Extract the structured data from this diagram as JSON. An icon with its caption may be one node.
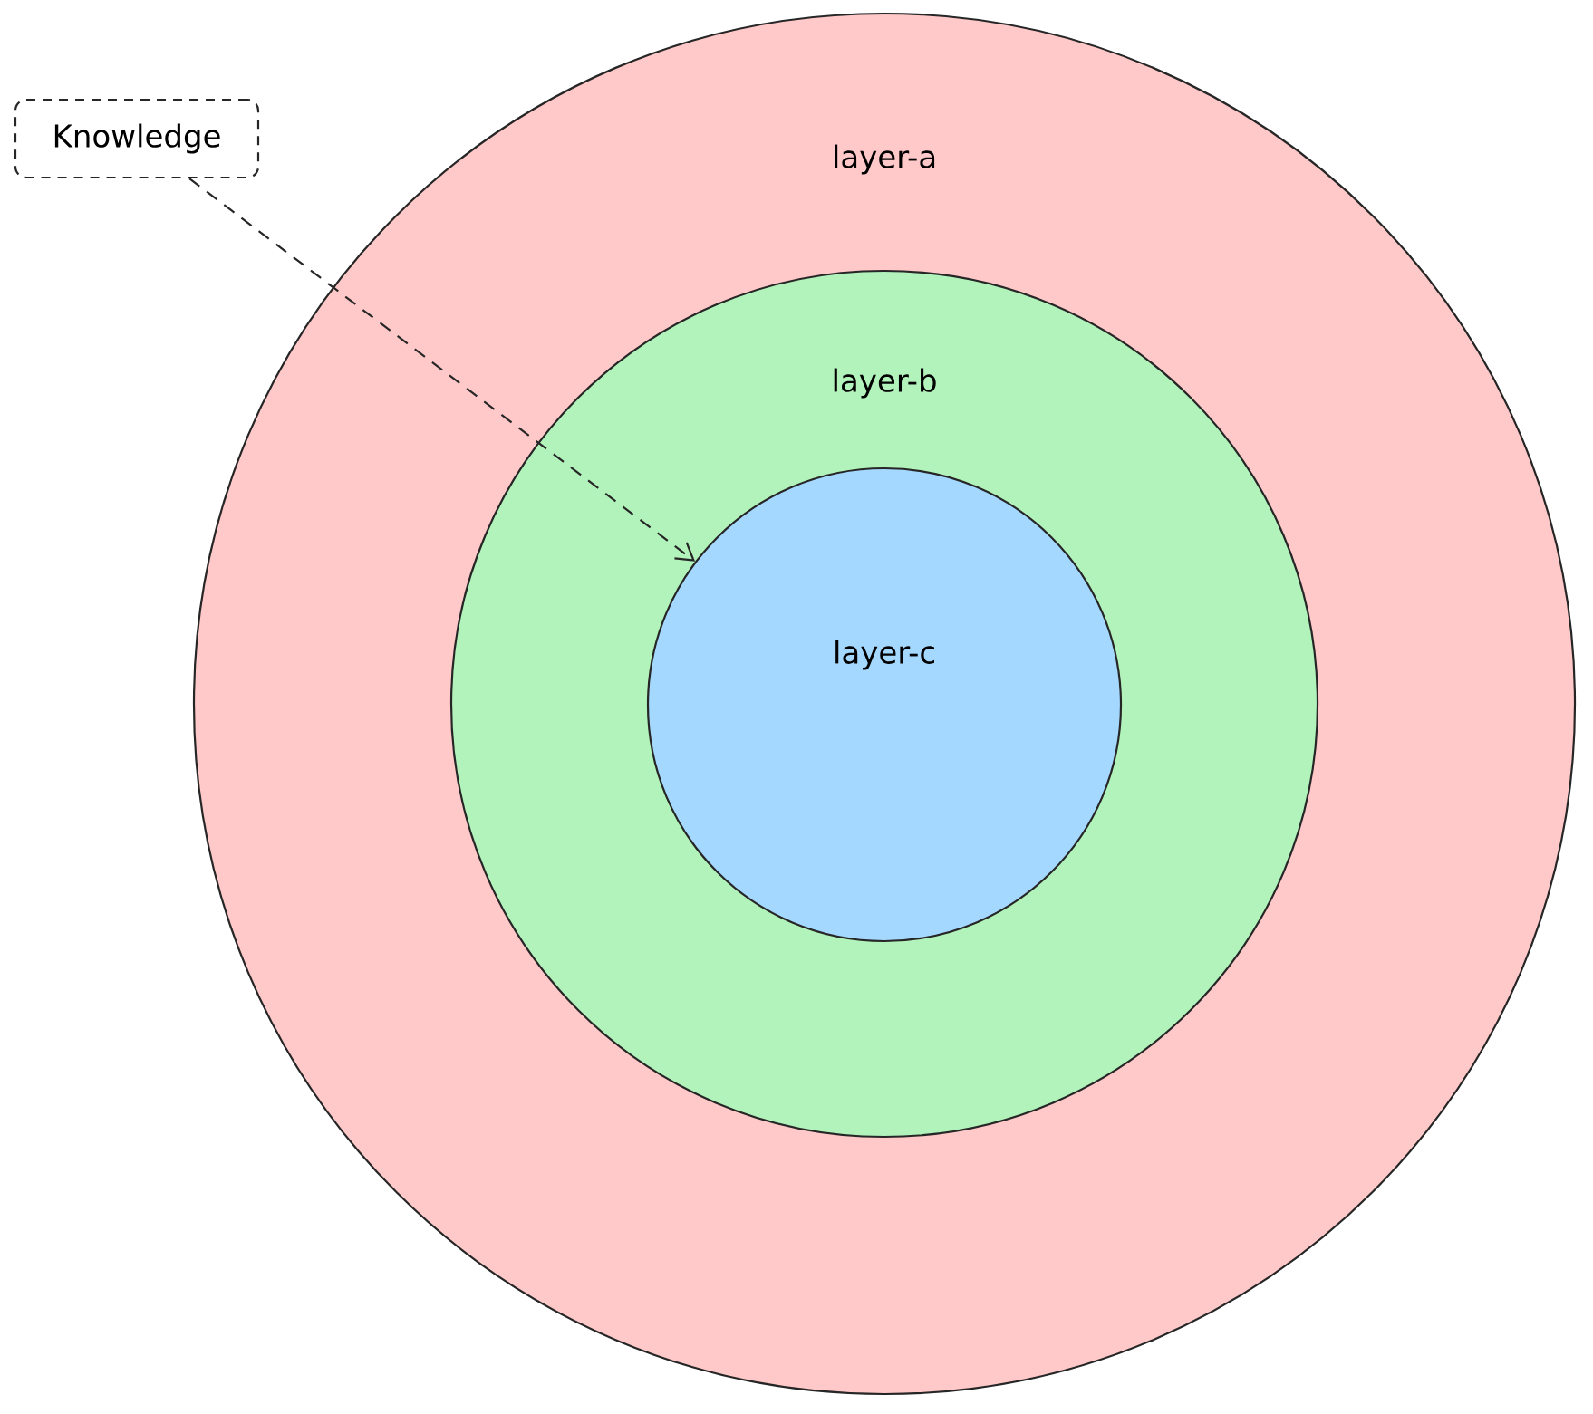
{
  "diagram": {
    "nodes": [
      {
        "text": [
          "layer-a"
        ]
      },
      {
        "text": [
          "layer-b"
        ],
        "in": 0
      },
      {
        "text": [
          "layer-c"
        ],
        "in": 1
      },
      {
        "text": [
          "Knowledge"
        ]
      }
    ],
    "edges": [
      {
        "from": 3,
        "to": 2,
        "arrow": "to",
        "style": "dashed"
      }
    ]
  }
}
